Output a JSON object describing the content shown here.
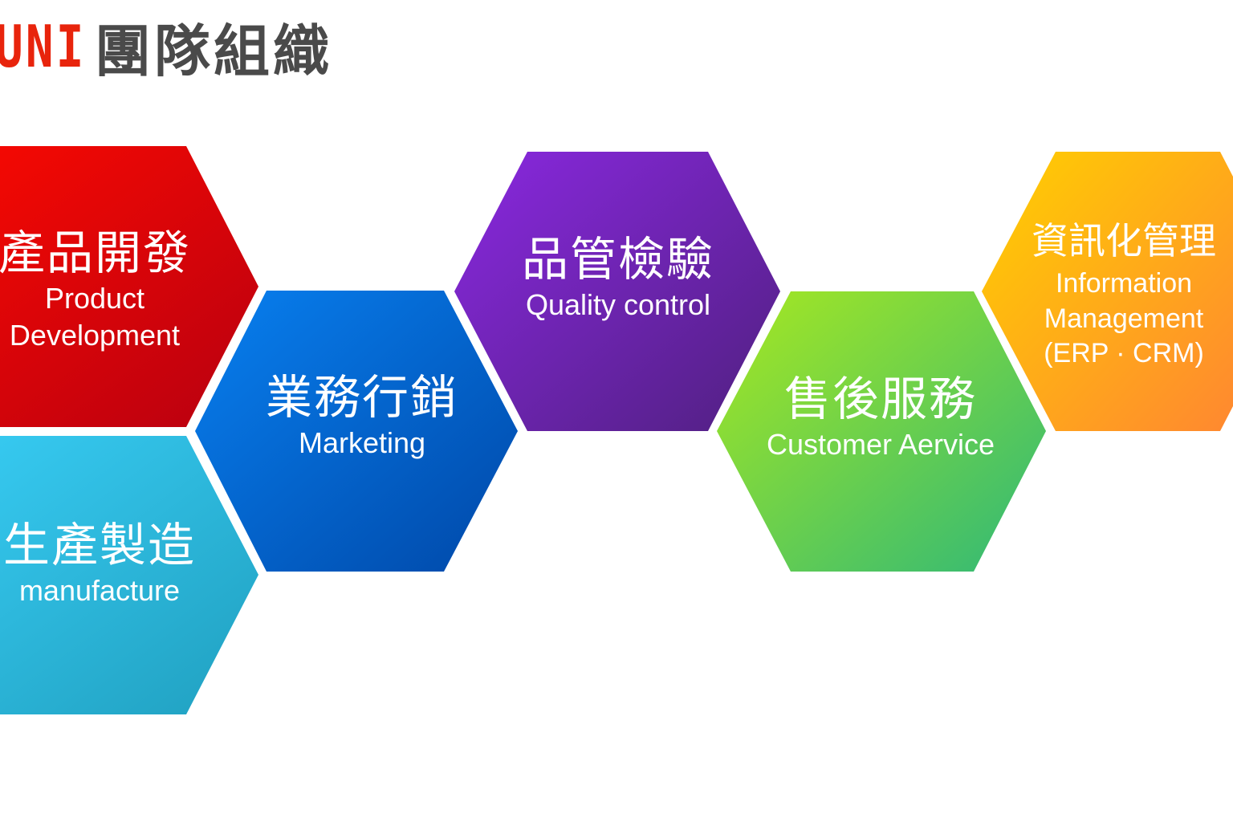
{
  "logo": {
    "brand": "UNI",
    "title": "團隊組織"
  },
  "colors": {
    "red": "#e00010",
    "cyan": "#2ab0d8",
    "blue": "#0060d0",
    "purple": "#6a2aa8",
    "green": "#60cc30",
    "orange": "#ffb000"
  },
  "hexagons": [
    {
      "zh": "產品開發",
      "en1": "Product",
      "en2": "Development"
    },
    {
      "zh": "生產製造",
      "en1": "manufacture"
    },
    {
      "zh": "業務行銷",
      "en1": "Marketing"
    },
    {
      "zh": "品管檢驗",
      "en1": "Quality control"
    },
    {
      "zh": "售後服務",
      "en1": "Customer Aervice"
    },
    {
      "zh": "資訊化管理",
      "en1": "Information",
      "en2": "Management",
      "en3": "(ERP · CRM)"
    }
  ]
}
